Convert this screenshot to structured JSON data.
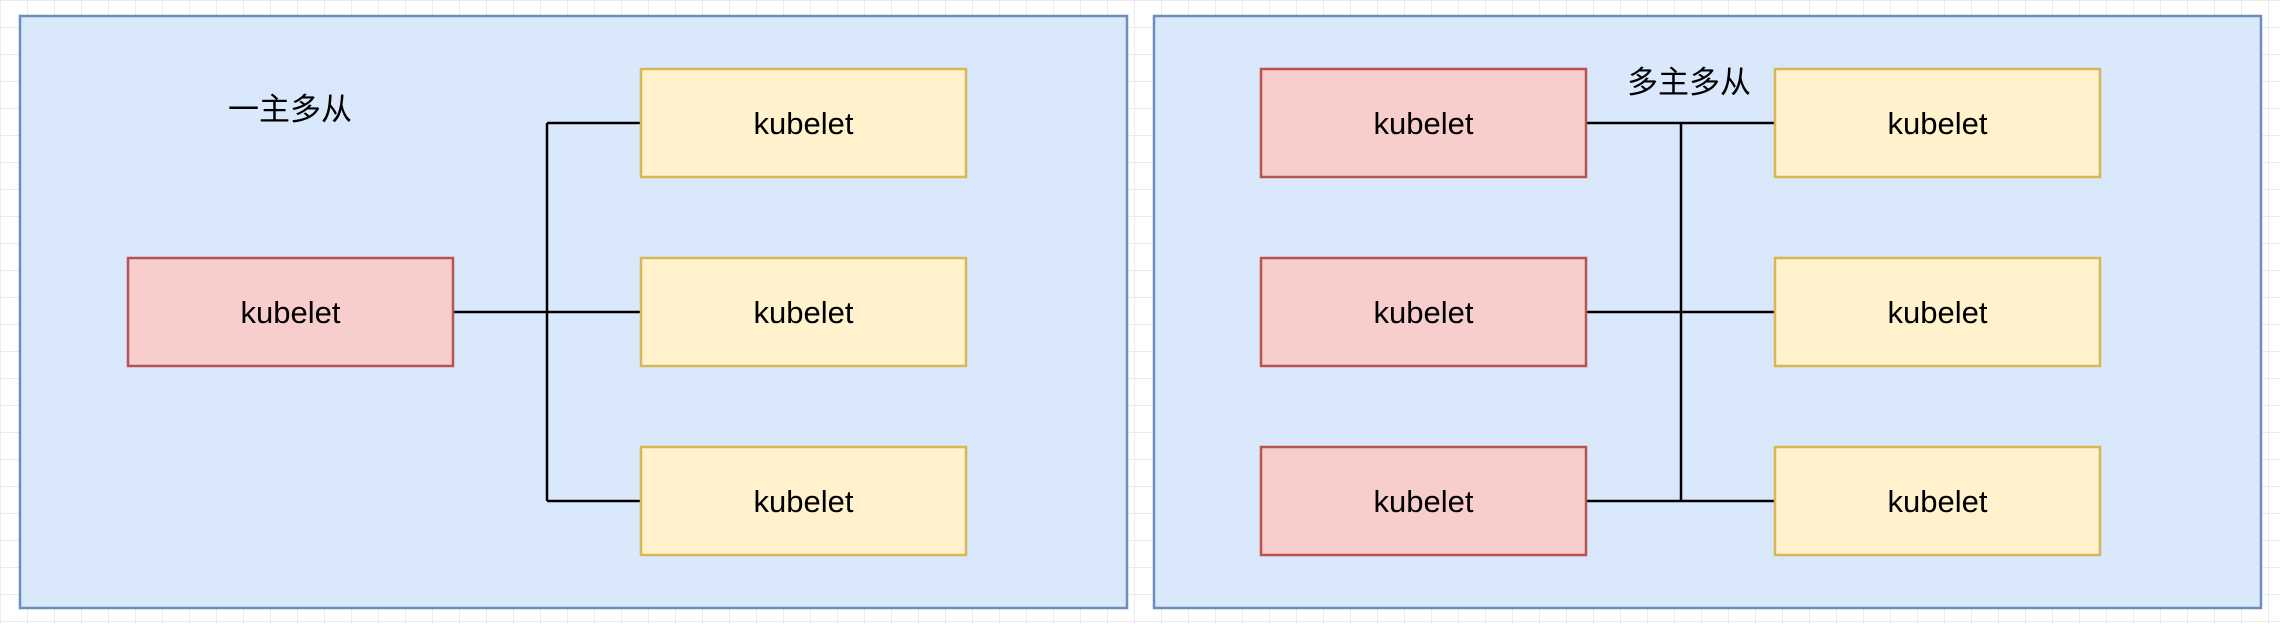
{
  "diagram": {
    "panels": [
      {
        "id": "single-master",
        "title": "一主多从",
        "masters": [
          {
            "label": "kubelet"
          }
        ],
        "workers": [
          {
            "label": "kubelet"
          },
          {
            "label": "kubelet"
          },
          {
            "label": "kubelet"
          }
        ]
      },
      {
        "id": "multi-master",
        "title": "多主多从",
        "masters": [
          {
            "label": "kubelet"
          },
          {
            "label": "kubelet"
          },
          {
            "label": "kubelet"
          }
        ],
        "workers": [
          {
            "label": "kubelet"
          },
          {
            "label": "kubelet"
          },
          {
            "label": "kubelet"
          }
        ]
      }
    ],
    "colors": {
      "panel_fill": "#dae8fc",
      "panel_stroke": "#6c8ebf",
      "master_fill": "#f8cecc",
      "master_stroke": "#b85450",
      "worker_fill": "#fff2cc",
      "worker_stroke": "#d6b656"
    }
  }
}
